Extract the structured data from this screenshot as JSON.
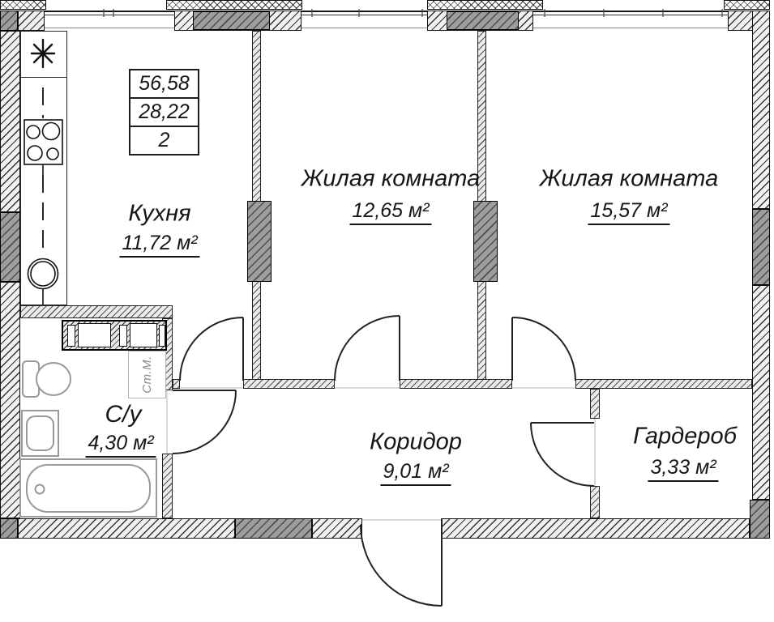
{
  "plan": {
    "title": "apartment-floor-plan",
    "info_box": {
      "total_area": "56,58",
      "living_area": "28,22",
      "rooms_count": "2"
    },
    "rooms": [
      {
        "id": "kitchen",
        "name": "Кухня",
        "area": "11,72 м²"
      },
      {
        "id": "living1",
        "name": "Жилая комната",
        "area": "12,65 м²"
      },
      {
        "id": "living2",
        "name": "Жилая комната",
        "area": "15,57 м²"
      },
      {
        "id": "bathroom",
        "name": "С/у",
        "area": "4,30 м²"
      },
      {
        "id": "corridor",
        "name": "Коридор",
        "area": "9,01 м²"
      },
      {
        "id": "wardrobe",
        "name": "Гардероб",
        "area": "3,33 м²"
      }
    ],
    "appliances": {
      "washing_machine": "Ст.М."
    },
    "colors": {
      "wall_line": "#111111",
      "column_fill": "#9d9d9d",
      "wall_fill": "#f1f1f1",
      "fixture_line": "#999999"
    }
  }
}
